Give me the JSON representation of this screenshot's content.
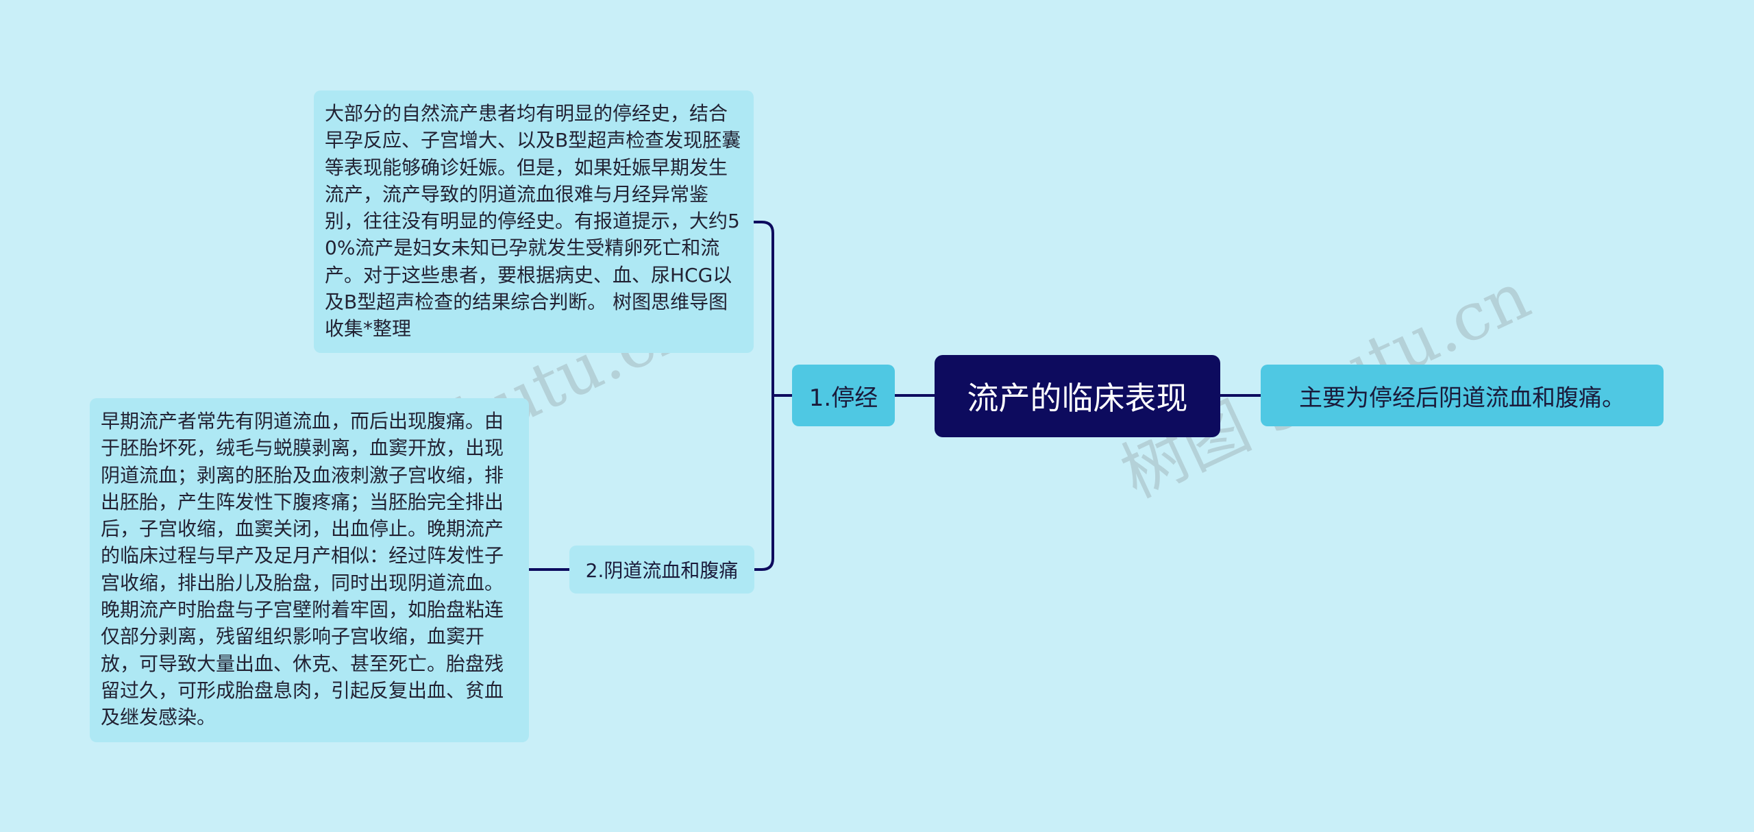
{
  "root": {
    "label": "流产的临床表现"
  },
  "right_leaf": {
    "label": "主要为停经后阴道流血和腹痛。"
  },
  "branches": [
    {
      "label": "1.停经",
      "detail": "大部分的自然流产患者均有明显的停经史，结合早孕反应、子宫增大、以及B型超声检查发现胚囊等表现能够确诊妊娠。但是，如果妊娠早期发生流产，流产导致的阴道流血很难与月经异常鉴别，往往没有明显的停经史。有报道提示，大约50%流产是妇女未知已孕就发生受精卵死亡和流产。对于这些患者，要根据病史、血、尿HCG以及B型超声检查的结果综合判断。 树图思维导图收集*整理"
    },
    {
      "label": "2.阴道流血和腹痛",
      "detail": "早期流产者常先有阴道流血，而后出现腹痛。由于胚胎坏死，绒毛与蜕膜剥离，血窦开放，出现阴道流血；剥离的胚胎及血液刺激子宫收缩，排出胚胎，产生阵发性下腹疼痛；当胚胎完全排出后，子宫收缩，血窦关闭，出血停止。晚期流产的临床过程与早产及足月产相似：经过阵发性子宫收缩，排出胎儿及胎盘，同时出现阴道流血。晚期流产时胎盘与子宫壁附着牢固，如胎盘粘连仅部分剥离，残留组织影响子宫收缩，血窦开放，可导致大量出血、休克、甚至死亡。胎盘残留过久，可形成胎盘息肉，引起反复出血、贫血及继发感染。"
    }
  ],
  "watermarks": [
    "树图 shutu.cn",
    "树图 shutu.cn"
  ],
  "colors": {
    "background": "#c9eff8",
    "root_fill": "#0d0b5e",
    "primary_node_fill": "#4fc8e3",
    "secondary_node_fill": "#aee8f4",
    "connector": "#0d0b5e"
  }
}
